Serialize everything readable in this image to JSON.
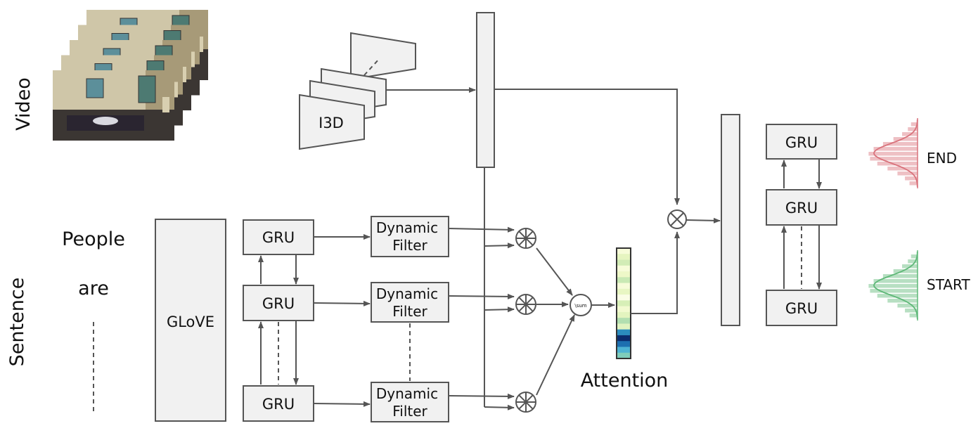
{
  "labels": {
    "video": "Video",
    "sentence": "Sentence",
    "i3d": "I3D",
    "glove": "GLoVE",
    "gru": "GRU",
    "dynamic": "Dynamic",
    "filter": "Filter",
    "sum": "\\sum",
    "attention": "Attention",
    "end": "END",
    "start": "START"
  },
  "words": [
    "People",
    "are"
  ],
  "colors": {
    "stroke": "#555555",
    "box_fill": "#f1f1f1",
    "end_dist": "#d9737c",
    "start_dist": "#5fb878"
  },
  "attention_colors": [
    "#f7fcd9",
    "#e6f5c0",
    "#d2ecb6",
    "#f7fcd9",
    "#eef8c8",
    "#c9e9b4",
    "#f7fcd9",
    "#e8f6c3",
    "#fafde6",
    "#d7efb7",
    "#f2fad0",
    "#e3f4bf",
    "#b2dfb0",
    "#e0f3c0",
    "#2b8cbe",
    "#0b2c6e",
    "#1d6fb0",
    "#4eb3d3",
    "#7fcdbb"
  ]
}
